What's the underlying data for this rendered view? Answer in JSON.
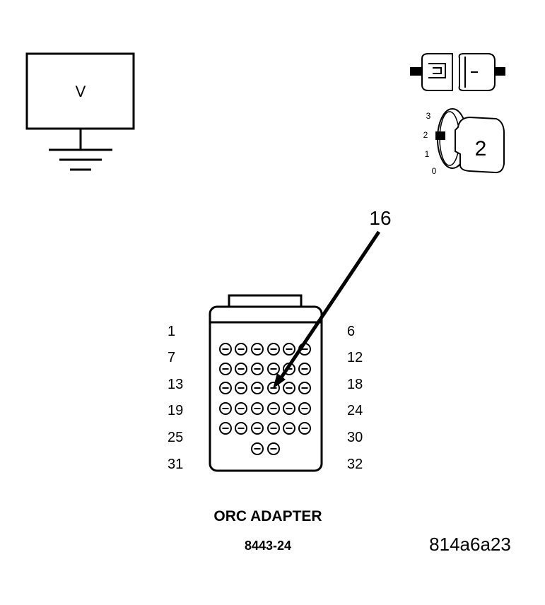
{
  "meter": {
    "label": "V"
  },
  "ignition": {
    "positions": [
      "3",
      "2",
      "1",
      "0"
    ],
    "selected": "2"
  },
  "connector": {
    "callout": "16",
    "row_labels_left": [
      "1",
      "7",
      "13",
      "19",
      "25",
      "31"
    ],
    "row_labels_right": [
      "6",
      "12",
      "18",
      "24",
      "30",
      "32"
    ],
    "title": "ORC ADAPTER",
    "part_number": "8443-24"
  },
  "figure_id": "814a6a23"
}
